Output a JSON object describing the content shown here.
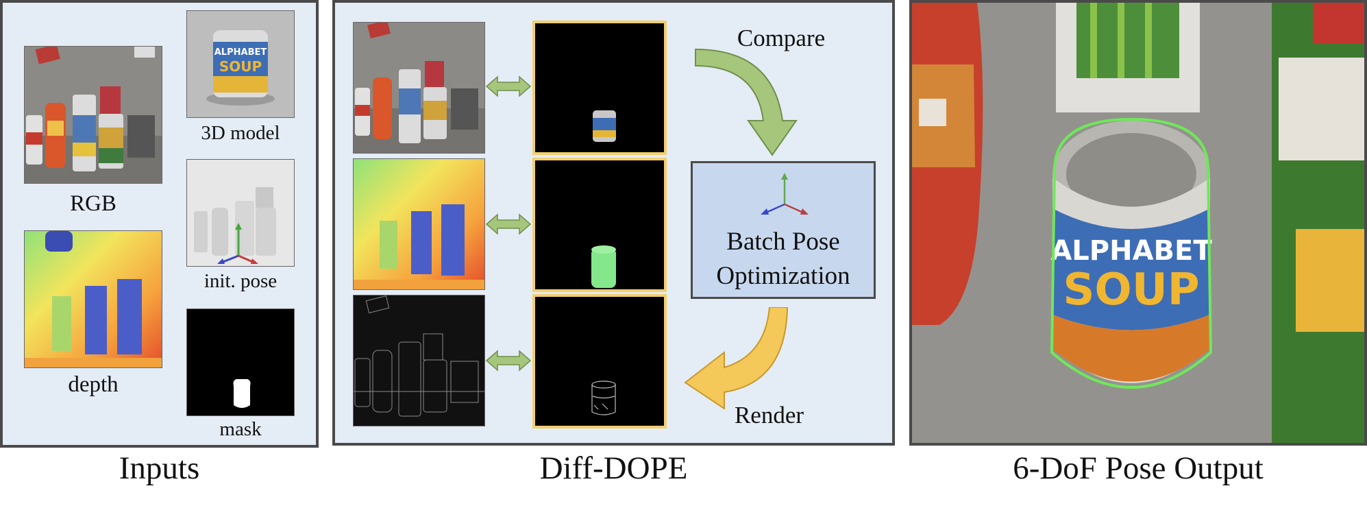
{
  "sections": {
    "inputs": "Inputs",
    "diff_dope": "Diff-DOPE",
    "output": "6-DoF Pose Output"
  },
  "inputs": {
    "rgb_label": "RGB",
    "depth_label": "depth",
    "model_label": "3D model",
    "init_pose_label": "init. pose",
    "mask_label": "mask"
  },
  "diff_dope": {
    "compare_label": "Compare",
    "render_label": "Render",
    "optimizer_line1": "Batch Pose",
    "optimizer_line2": "Optimization"
  },
  "can_text": {
    "brand_top": "ALPHABET",
    "brand_bottom": "SOUP"
  },
  "colors": {
    "panel_bg": "#e4ecf6",
    "panel_border": "#4a4a4a",
    "render_border": "#f2cf6e",
    "compare_arrow": "#a6c67c",
    "render_arrow": "#f4c95a",
    "optimizer_box": "#c7d8ee",
    "pose_outline": "#6fe85a"
  }
}
